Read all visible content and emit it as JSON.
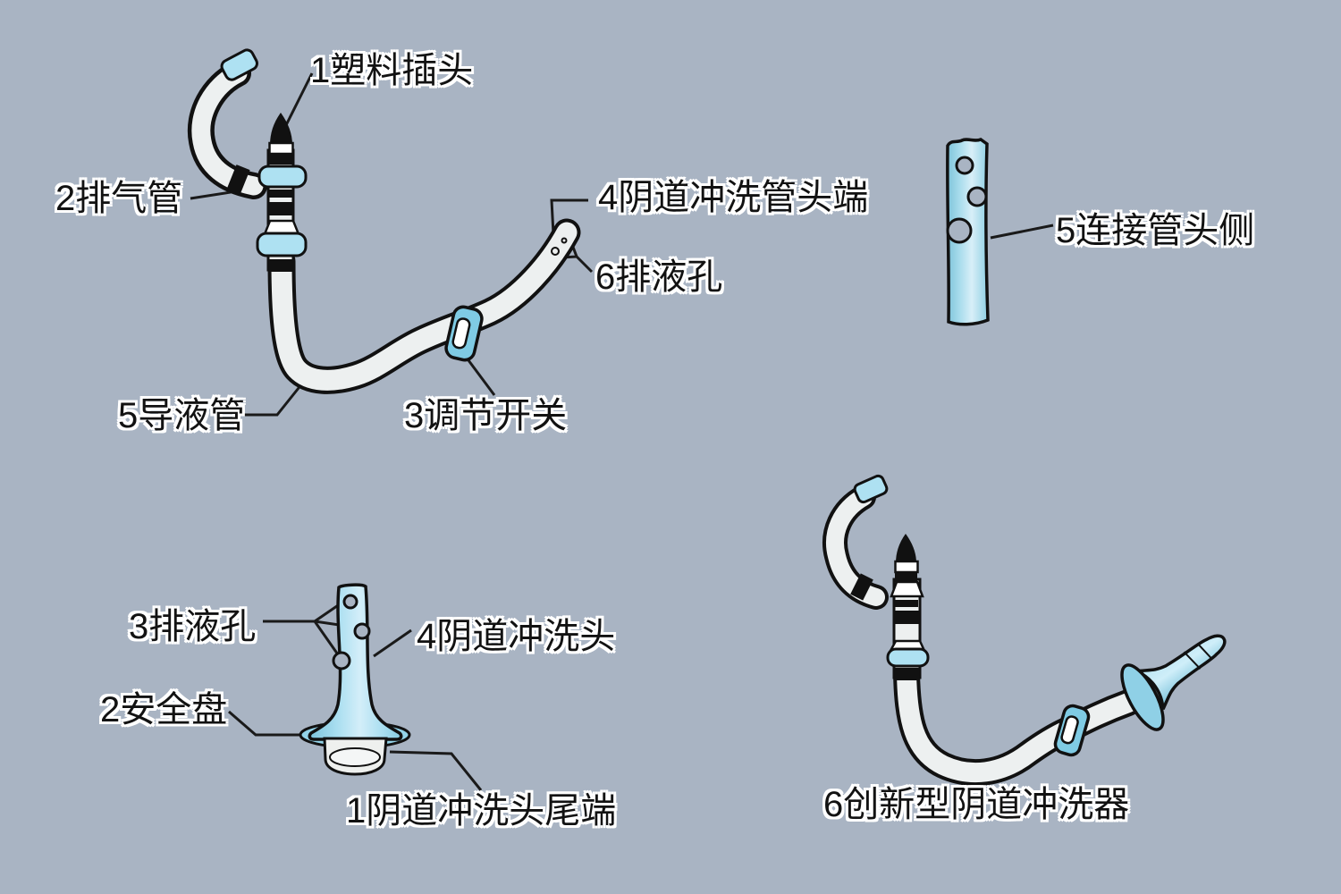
{
  "background_color": "#a9b4c3",
  "colors": {
    "line_black": "#111111",
    "tube_white": "#edf0f0",
    "accent_light_blue": "#aee1f2",
    "accent_blue": "#7fcbe4",
    "head_blue": "#9ad8ec",
    "label_text": "#121212",
    "label_halo": "#ffffff"
  },
  "panels": {
    "irrigation_tube": {
      "labels": {
        "plastic_plug": "1塑料插头",
        "exhaust_tube": "2排气管",
        "tube_head_end": "4阴道冲洗管头端",
        "drain_holes": "6排液孔",
        "liquid_guide_tube": "5导液管",
        "adjust_switch": "3调节开关"
      }
    },
    "connector_tube": {
      "labels": {
        "connector_head_side": "5连接管头侧"
      }
    },
    "irrigation_head": {
      "labels": {
        "drain_holes": "3排液孔",
        "irrigation_head": "4阴道冲洗头",
        "safety_disc": "2安全盘",
        "head_tail_end": "1阴道冲洗头尾端"
      }
    },
    "full_device": {
      "labels": {
        "device_name": "6创新型阴道冲洗器"
      }
    }
  }
}
